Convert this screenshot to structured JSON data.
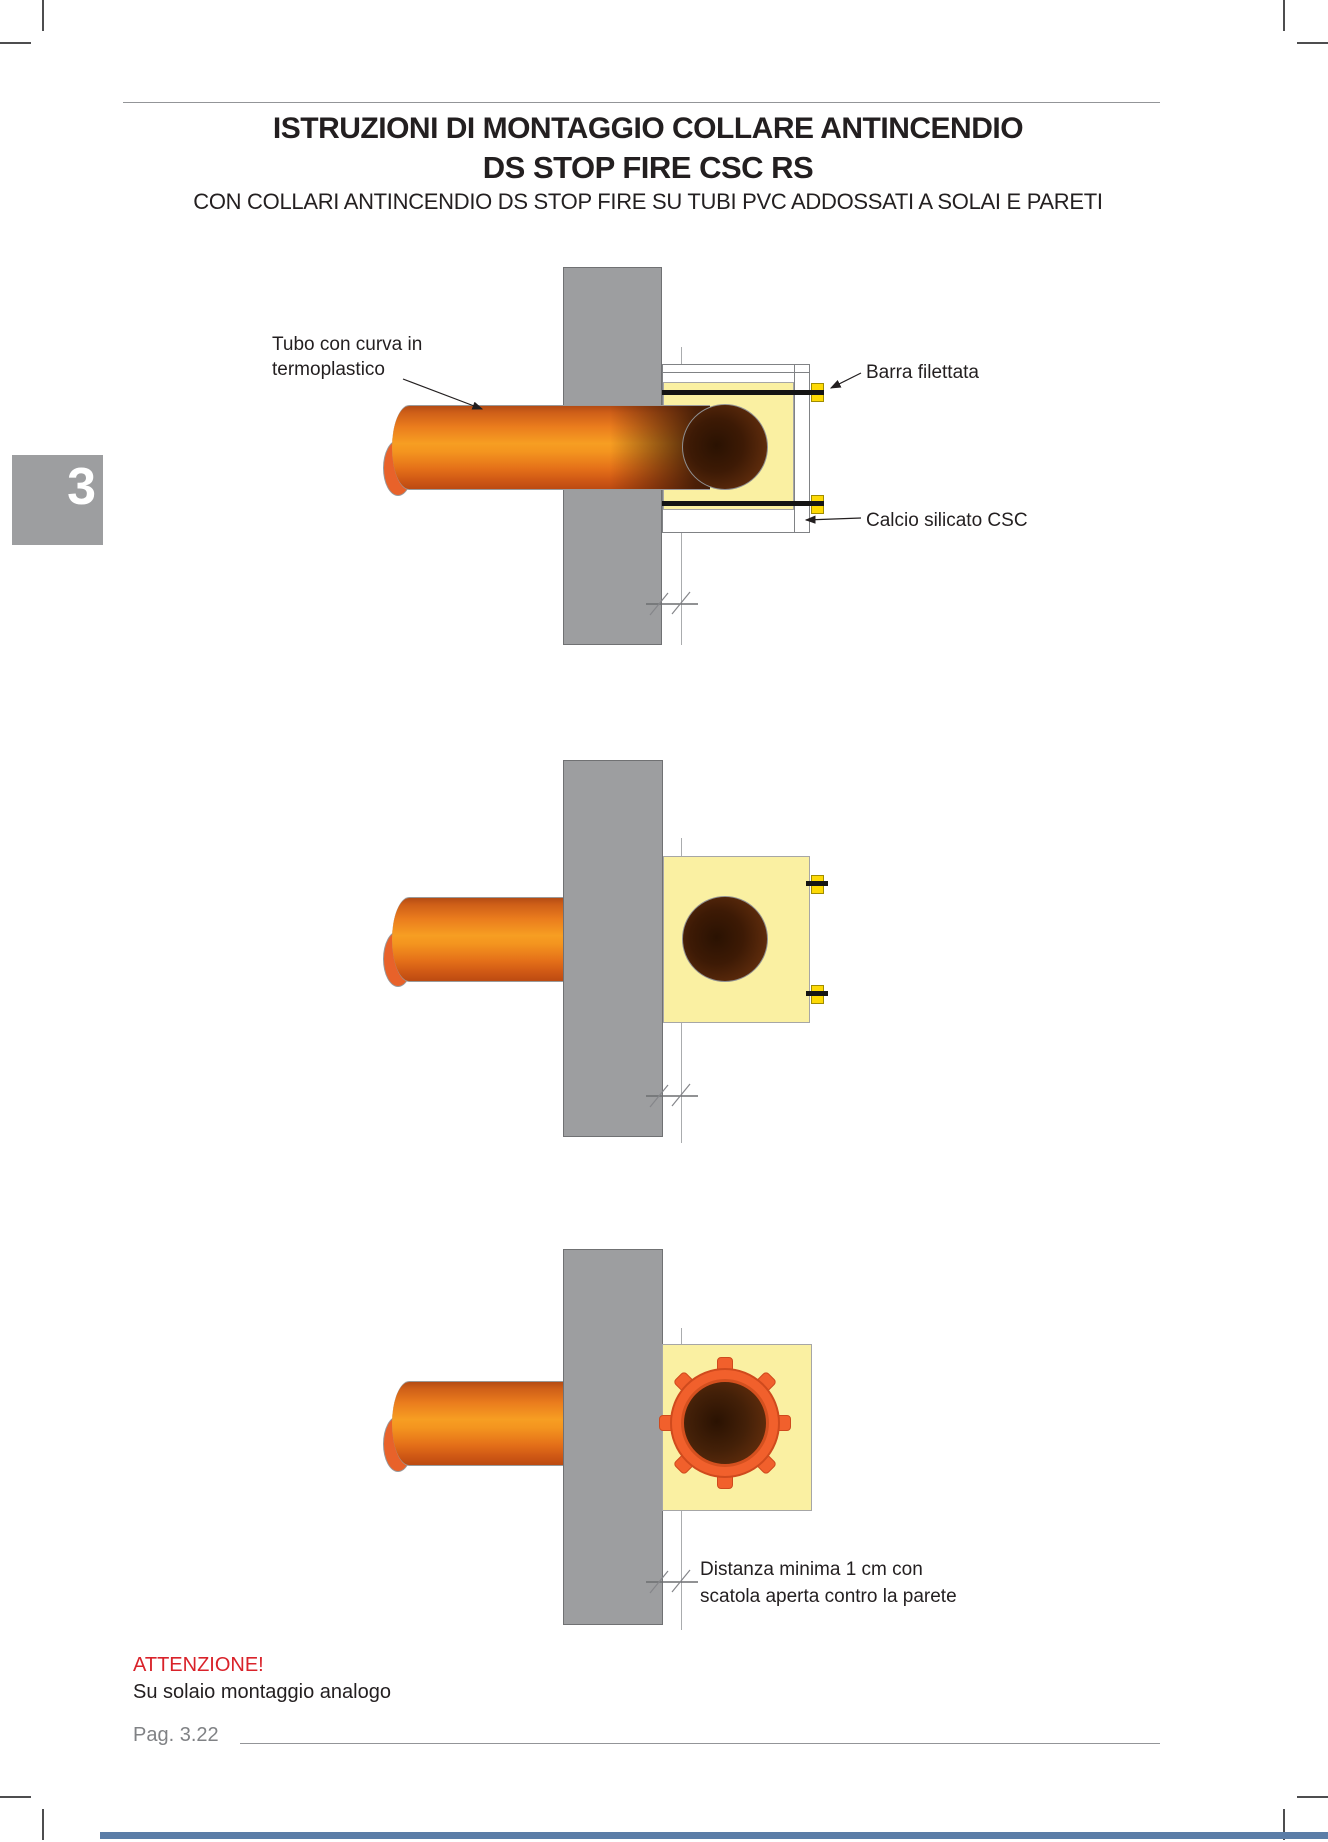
{
  "header": {
    "title_line1": "ISTRUZIONI DI MONTAGGIO COLLARE ANTINCENDIO",
    "title_line2": "DS STOP FIRE CSC RS",
    "subtitle": "CON COLLARI ANTINCENDIO DS STOP FIRE SU TUBI PVC ADDOSSATI A SOLAI E PARETI"
  },
  "section_tab": {
    "number": "3"
  },
  "diagrams": {
    "labels": {
      "pipe_line1": "Tubo con curva in",
      "pipe_line2": "termoplastico",
      "threaded_bar": "Barra filettata",
      "calcium_silicate": "Calcio silicato CSC",
      "distance_line1": "Distanza minima 1 cm con",
      "distance_line2": "scatola aperta contro la parete"
    }
  },
  "footer": {
    "warning_title": "ATTENZIONE!",
    "warning_body": "Su solaio montaggio analogo",
    "page_number": "Pag. 3.22"
  },
  "colors": {
    "pipe_orange": "#f0831e",
    "slab_yellow": "#faf0a2",
    "bolt_yellow": "#fdd905",
    "wall_gray": "#9d9ea0",
    "collar_orange": "#f1602c",
    "warning_red": "#d9222a",
    "footer_bar_blue": "#5b7da7",
    "text_dark": "#231f20",
    "muted_gray": "#808285"
  }
}
